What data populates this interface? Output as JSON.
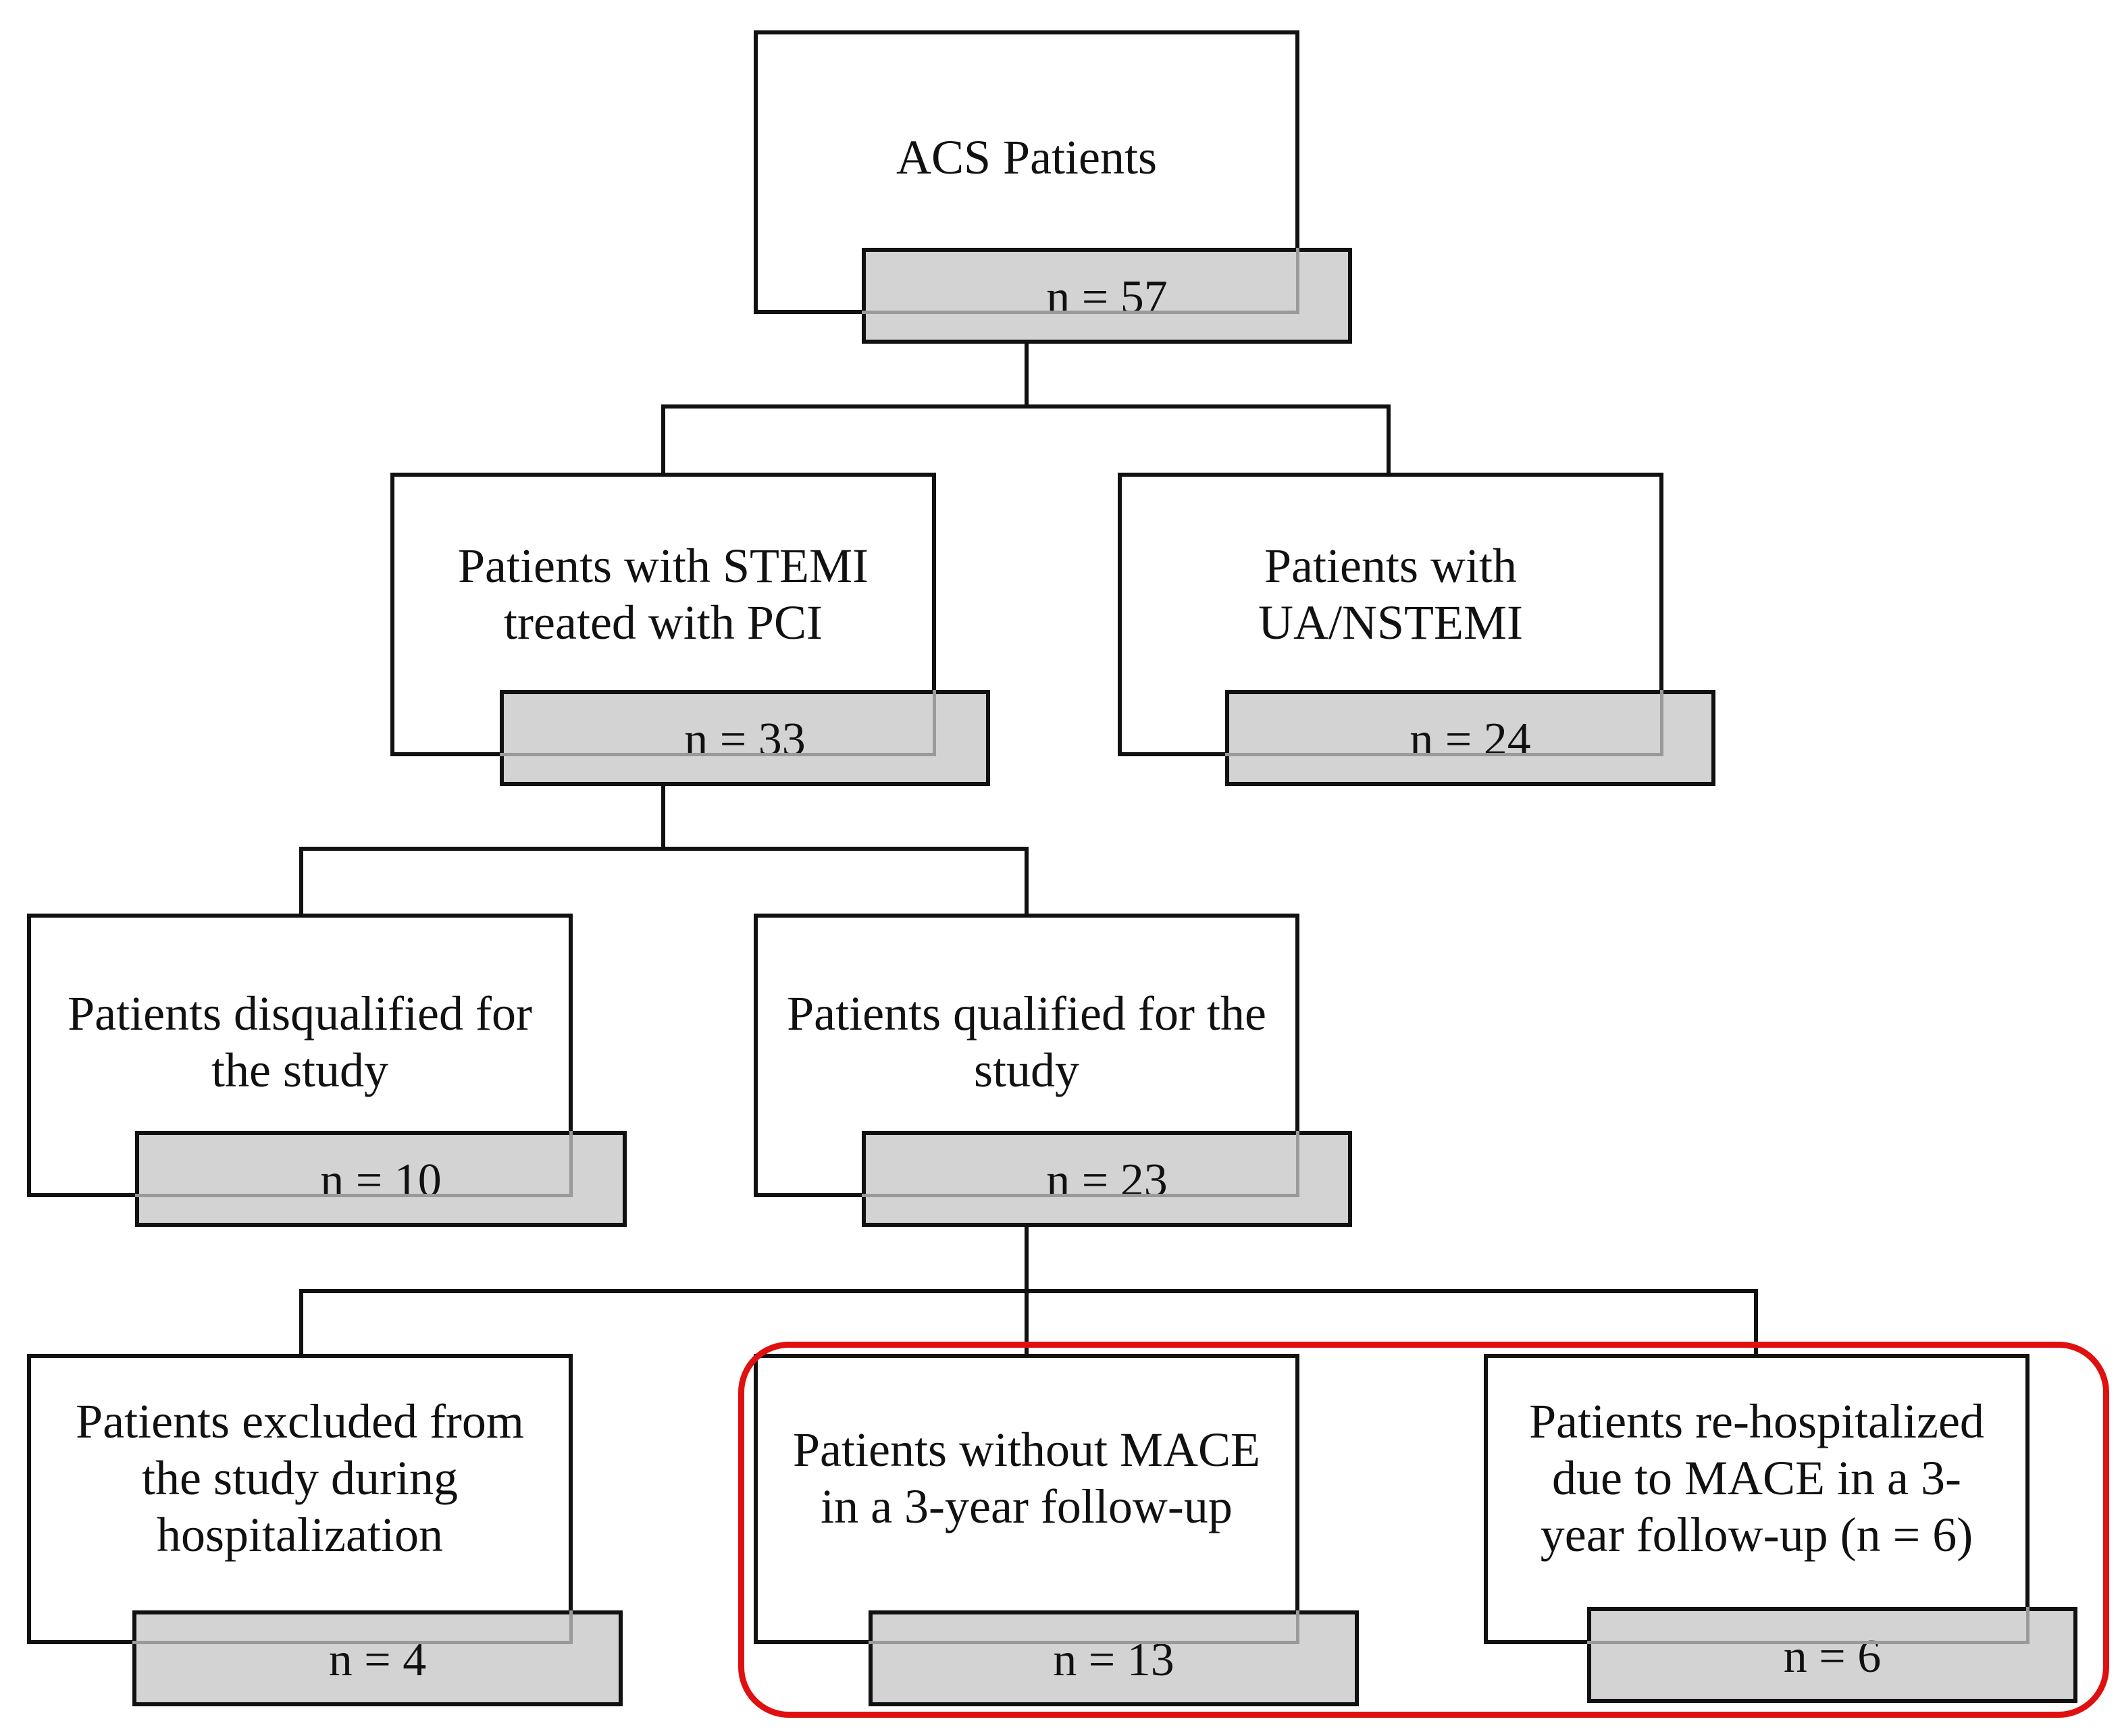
{
  "boxes": {
    "acs": {
      "label": "ACS Patients",
      "count": "n = 57"
    },
    "stemi": {
      "label": "Patients with STEMI\ntreated with PCI",
      "count": "n = 33"
    },
    "ua_nstemi": {
      "label": "Patients with\nUA/NSTEMI",
      "count": "n = 24"
    },
    "disqualified": {
      "label": "Patients disqualified for\nthe study",
      "count": "n = 10"
    },
    "qualified": {
      "label": "Patients qualified for the\nstudy",
      "count": "n = 23"
    },
    "excluded": {
      "label": "Patients excluded from\nthe study during\nhospitalization",
      "count": "n = 4"
    },
    "without_mace": {
      "label": "Patients without MACE\nin a 3-year follow-up",
      "count": "n = 13"
    },
    "rehospitalized": {
      "label": "Patients re-hospitalized\ndue to MACE in a 3-\nyear follow-up (n = 6)",
      "count": "n = 6"
    }
  },
  "colors": {
    "box_border": "#111111",
    "count_fill": "#d3d3d3",
    "highlight": "#e01010"
  }
}
